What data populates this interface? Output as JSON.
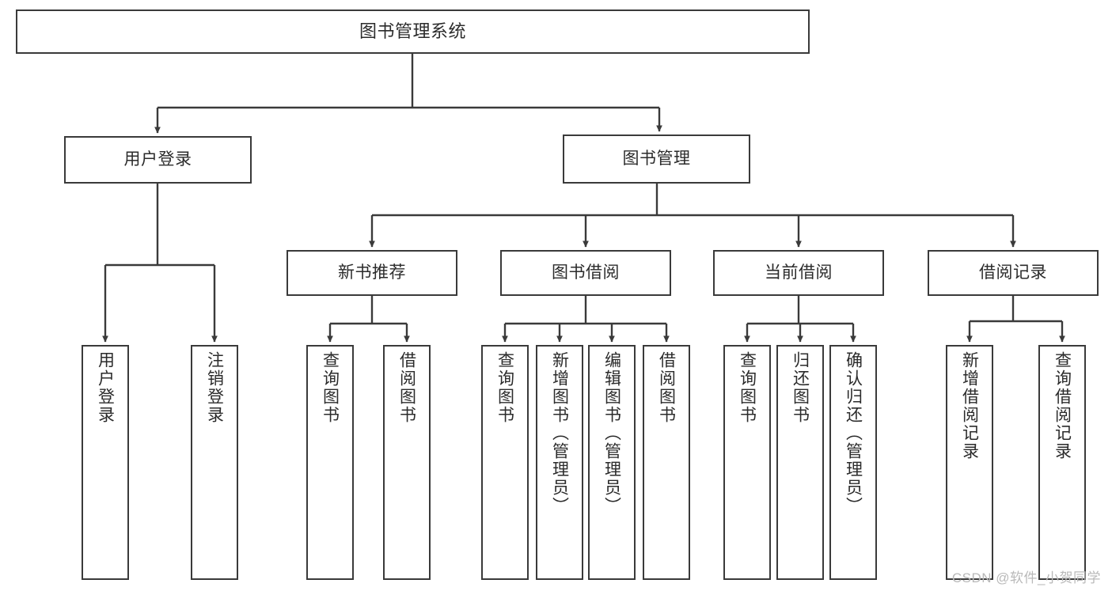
{
  "diagram": {
    "title": "图书管理系统",
    "type": "hierarchy-tree",
    "colors": {
      "box_border": "#3a3a3a",
      "box_fill": "#ffffff",
      "edge": "#3a3a3a",
      "text": "#2b2b2b",
      "background": "#ffffff",
      "watermark": "#b9b9b9"
    },
    "levels": {
      "root": {
        "label": "图书管理系统"
      },
      "level1": [
        {
          "id": "user-login",
          "label": "用户登录"
        },
        {
          "id": "book-manage",
          "label": "图书管理"
        }
      ],
      "level2": [
        {
          "id": "new-book-recommend",
          "label": "新书推荐",
          "parent": "book-manage"
        },
        {
          "id": "book-borrow",
          "label": "图书借阅",
          "parent": "book-manage"
        },
        {
          "id": "current-borrow",
          "label": "当前借阅",
          "parent": "book-manage"
        },
        {
          "id": "borrow-record",
          "label": "借阅记录",
          "parent": "book-manage"
        }
      ],
      "leaves": [
        {
          "id": "leaf-user-login",
          "label": "用户登录",
          "parent": "user-login"
        },
        {
          "id": "leaf-user-logout",
          "label": "注销登录",
          "parent": "user-login"
        },
        {
          "id": "leaf-query-book-1",
          "label": "查询图书",
          "parent": "new-book-recommend"
        },
        {
          "id": "leaf-borrow-book-1",
          "label": "借阅图书",
          "parent": "new-book-recommend"
        },
        {
          "id": "leaf-query-book-2",
          "label": "查询图书",
          "parent": "book-borrow"
        },
        {
          "id": "leaf-add-book",
          "label": "新增图书（管理员）",
          "parent": "book-borrow"
        },
        {
          "id": "leaf-edit-book",
          "label": "编辑图书（管理员）",
          "parent": "book-borrow"
        },
        {
          "id": "leaf-borrow-book-2",
          "label": "借阅图书",
          "parent": "book-borrow"
        },
        {
          "id": "leaf-query-book-3",
          "label": "查询图书",
          "parent": "current-borrow"
        },
        {
          "id": "leaf-return-book",
          "label": "归还图书",
          "parent": "current-borrow"
        },
        {
          "id": "leaf-confirm-return",
          "label": "确认归还（管理员）",
          "parent": "current-borrow"
        },
        {
          "id": "leaf-add-record",
          "label": "新增借阅记录",
          "parent": "borrow-record"
        },
        {
          "id": "leaf-query-record",
          "label": "查询借阅记录",
          "parent": "borrow-record"
        }
      ]
    },
    "watermark": "CSDN @软件_小贺同学"
  }
}
